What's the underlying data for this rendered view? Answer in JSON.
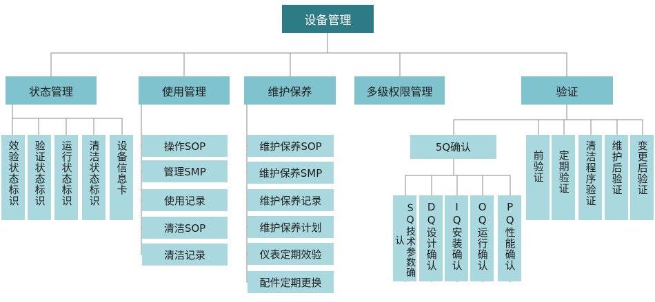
{
  "root": "设备管理",
  "categories": {
    "status": "状态管理",
    "usage": "使用管理",
    "maintenance": "维护保养",
    "permission": "多级权限管理",
    "validation": "验证"
  },
  "status_items": [
    "效验状态标识",
    "验证状态标识",
    "运行状态标识",
    "清洁状态标识",
    "设备信息卡"
  ],
  "usage_items": [
    "操作SOP",
    "管理SMP",
    "使用记录",
    "清洁SOP",
    "清洁记录"
  ],
  "maintenance_items": [
    "维护保养SOP",
    "维护保养SMP",
    "维护保养记录",
    "维护保养计划",
    "仪表定期效验",
    "配件定期更换"
  ],
  "fiveq": {
    "title": "5Q确认",
    "items": [
      "SQ技术参数确认",
      "DQ设计确认",
      "IQ安装确认",
      "OQ运行确认",
      "PQ性能确认"
    ]
  },
  "validation_items": [
    "前验证",
    "定期验证",
    "清洁程序验证",
    "维护后验证",
    "变更后验证"
  ],
  "colors": {
    "root": "#2d7b84",
    "level1": "#7ec3cd",
    "leaf": "#a9d8de",
    "connector": "#8a8a8a"
  }
}
